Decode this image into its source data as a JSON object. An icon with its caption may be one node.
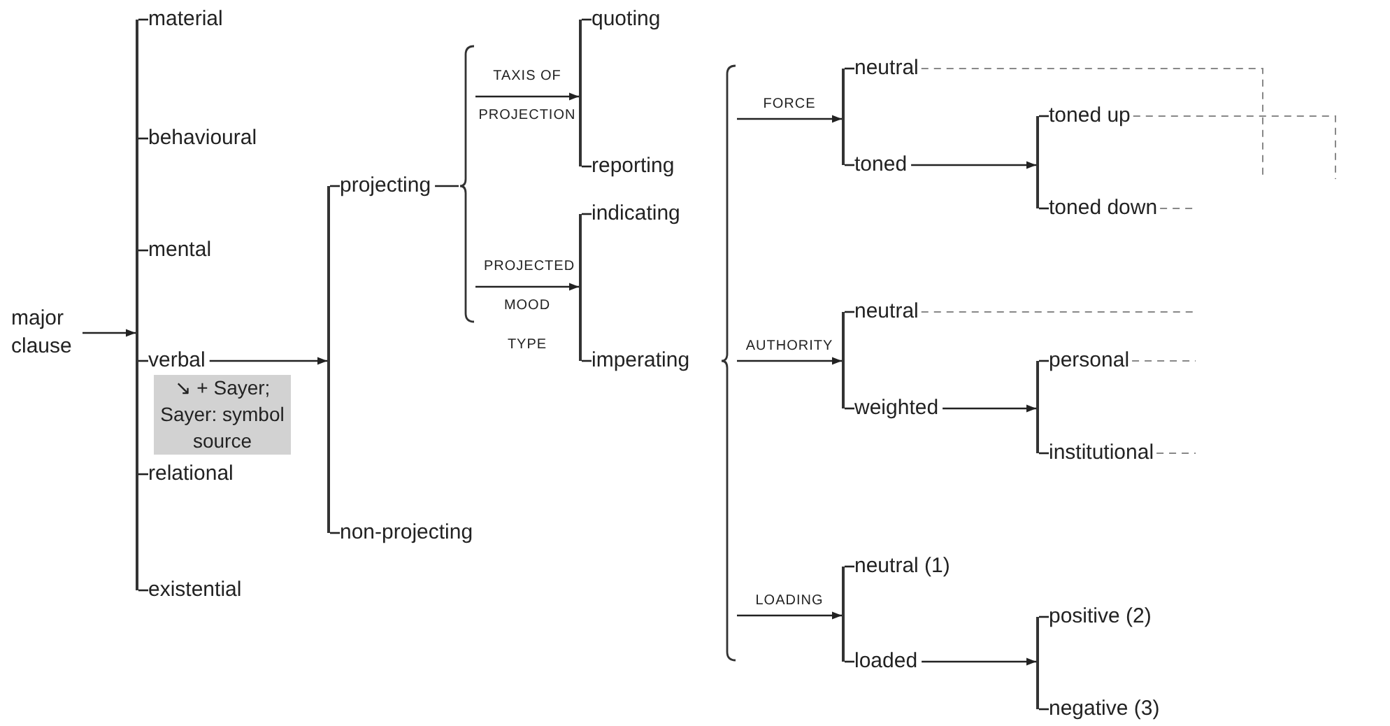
{
  "diagram": {
    "nodes": [
      {
        "text": [
          "major clause"
        ]
      },
      {
        "text": [
          "material"
        ]
      },
      {
        "text": [
          "behavioural"
        ]
      },
      {
        "text": [
          "mental"
        ]
      },
      {
        "text": [
          "verbal"
        ]
      },
      {
        "text": [
          "↘ + Sayer; Sayer: symbol source"
        ]
      },
      {
        "text": [
          "relational"
        ]
      },
      {
        "text": [
          "existential"
        ]
      },
      {
        "text": [
          "projecting"
        ]
      },
      {
        "text": [
          "non-projecting"
        ]
      },
      {
        "text": [
          "quoting"
        ]
      },
      {
        "text": [
          "reporting"
        ]
      },
      {
        "text": [
          "indicating"
        ]
      },
      {
        "text": [
          "imperating"
        ]
      },
      {
        "text": [
          "neutral"
        ]
      },
      {
        "text": [
          "toned"
        ]
      },
      {
        "text": [
          "toned up"
        ]
      },
      {
        "text": [
          "toned down"
        ]
      },
      {
        "text": [
          "neutral"
        ]
      },
      {
        "text": [
          "weighted"
        ]
      },
      {
        "text": [
          "personal"
        ]
      },
      {
        "text": [
          "institutional"
        ]
      },
      {
        "text": [
          "neutral (1)"
        ]
      },
      {
        "text": [
          "loaded"
        ]
      },
      {
        "text": [
          "positive (2)"
        ]
      },
      {
        "text": [
          "negative (3)"
        ]
      },
      {
        "text": [],
        "shape": "bar"
      },
      {
        "text": [],
        "shape": "bar"
      },
      {
        "text": [],
        "shape": "brace"
      },
      {
        "text": [],
        "shape": "bar"
      },
      {
        "text": [],
        "shape": "bar"
      },
      {
        "text": [],
        "shape": "brace"
      },
      {
        "text": [],
        "shape": "bar"
      },
      {
        "text": [],
        "shape": "bar"
      },
      {
        "text": [],
        "shape": "bar"
      },
      {
        "text": [],
        "shape": "bar"
      },
      {
        "text": [],
        "shape": "bar"
      },
      {
        "text": [],
        "shape": "bar"
      }
    ],
    "edges": [
      {
        "from": 0,
        "to": 26,
        "arrow": "to"
      },
      {
        "from": 26,
        "to": 1,
        "arrow": "none"
      },
      {
        "from": 26,
        "to": 2,
        "arrow": "none"
      },
      {
        "from": 26,
        "to": 3,
        "arrow": "none"
      },
      {
        "from": 26,
        "to": 4,
        "arrow": "none"
      },
      {
        "from": 26,
        "to": 6,
        "arrow": "none"
      },
      {
        "from": 26,
        "to": 7,
        "arrow": "none"
      },
      {
        "from": 4,
        "to": 27,
        "arrow": "to"
      },
      {
        "from": 27,
        "to": 8,
        "arrow": "none"
      },
      {
        "from": 27,
        "to": 9,
        "arrow": "none"
      },
      {
        "from": 8,
        "to": 28,
        "arrow": "none"
      },
      {
        "from": 28,
        "to": 29,
        "arrow": "to",
        "label": "TAXIS OF PROJECTION"
      },
      {
        "from": 28,
        "to": 30,
        "arrow": "to",
        "label": "PROJECTED MOOD TYPE"
      },
      {
        "from": 29,
        "to": 10,
        "arrow": "none"
      },
      {
        "from": 29,
        "to": 11,
        "arrow": "none"
      },
      {
        "from": 30,
        "to": 12,
        "arrow": "none"
      },
      {
        "from": 30,
        "to": 13,
        "arrow": "none"
      },
      {
        "from": 31,
        "to": 32,
        "arrow": "to",
        "label": "FORCE"
      },
      {
        "from": 31,
        "to": 33,
        "arrow": "to",
        "label": "AUTHORITY"
      },
      {
        "from": 31,
        "to": 34,
        "arrow": "to",
        "label": "LOADING"
      },
      {
        "from": 32,
        "to": 14,
        "arrow": "none"
      },
      {
        "from": 32,
        "to": 15,
        "arrow": "none"
      },
      {
        "from": 15,
        "to": 35,
        "arrow": "to"
      },
      {
        "from": 35,
        "to": 16,
        "arrow": "none"
      },
      {
        "from": 35,
        "to": 17,
        "arrow": "none"
      },
      {
        "from": 33,
        "to": 18,
        "arrow": "none"
      },
      {
        "from": 33,
        "to": 19,
        "arrow": "none"
      },
      {
        "from": 19,
        "to": 36,
        "arrow": "to"
      },
      {
        "from": 36,
        "to": 20,
        "arrow": "none"
      },
      {
        "from": 36,
        "to": 21,
        "arrow": "none"
      },
      {
        "from": 34,
        "to": 22,
        "arrow": "none"
      },
      {
        "from": 34,
        "to": 23,
        "arrow": "none"
      },
      {
        "from": 23,
        "to": 37,
        "arrow": "to"
      },
      {
        "from": 37,
        "to": 24,
        "arrow": "none"
      },
      {
        "from": 37,
        "to": 25,
        "arrow": "none"
      },
      {
        "from": 14,
        "to": null,
        "arrow": "none",
        "style": "dashed",
        "color": "#888888"
      },
      {
        "from": 16,
        "to": null,
        "arrow": "none",
        "style": "dashed",
        "color": "#888888"
      },
      {
        "from": 17,
        "to": null,
        "arrow": "none",
        "style": "dashed",
        "color": "#888888"
      },
      {
        "from": 18,
        "to": null,
        "arrow": "none",
        "style": "dashed",
        "color": "#888888"
      },
      {
        "from": 20,
        "to": null,
        "arrow": "none",
        "style": "dashed",
        "color": "#888888"
      },
      {
        "from": 21,
        "to": null,
        "arrow": "none",
        "style": "dashed",
        "color": "#888888"
      }
    ]
  }
}
